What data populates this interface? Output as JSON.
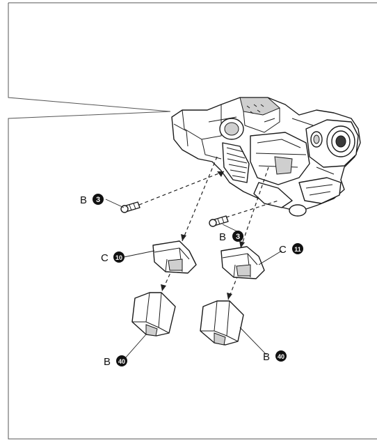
{
  "callouts": [
    {
      "id": "pin-b3-upper",
      "letter": "B",
      "number": "3"
    },
    {
      "id": "pin-b3-lower",
      "letter": "B",
      "number": "3"
    },
    {
      "id": "block-c10",
      "letter": "C",
      "number": "10"
    },
    {
      "id": "block-c11",
      "letter": "C",
      "number": "11"
    },
    {
      "id": "foot-b40-left",
      "letter": "B",
      "number": "40"
    },
    {
      "id": "foot-b40-right",
      "letter": "B",
      "number": "40"
    }
  ],
  "colors": {
    "ink": "#1a1a1a",
    "callout_fill": "#111111",
    "background": "#ffffff"
  }
}
